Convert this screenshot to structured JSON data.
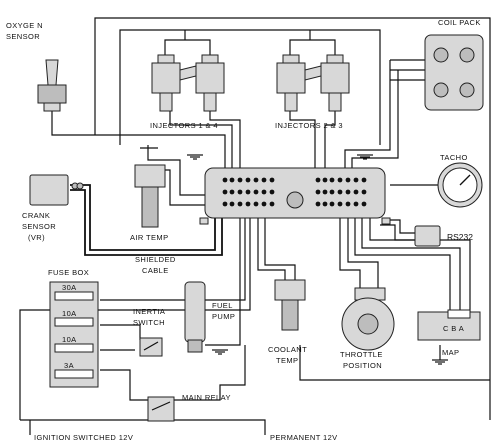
{
  "labels": {
    "oxygen_sensor_1": "OXYGE N",
    "oxygen_sensor_2": "SENSOR",
    "coil_pack": "COIL PACK",
    "injectors_14": "INJECTORS 1 & 4",
    "injectors_23": "INJECTORS 2 & 3",
    "tacho": "TACHO",
    "crank_1": "CRANK",
    "crank_2": "SENSOR",
    "crank_3": "(VR)",
    "air_temp": "AIR TEMP",
    "rs232": "RS232",
    "shielded_1": "SHIELDED",
    "shielded_2": "CABLE",
    "fuse_box": "FUSE BOX",
    "fuse_30a": "30A",
    "fuse_10a_1": "10A",
    "fuse_10a_2": "10A",
    "fuse_3a": "3A",
    "inertia_1": "INERTIA",
    "inertia_2": "SWITCH",
    "fuel_1": "FUEL",
    "fuel_2": "PUMP",
    "coolant_1": "COOLANT",
    "coolant_2": "TEMP",
    "throttle_1": "THROTTLE",
    "throttle_2": "POSITION",
    "map_pins": "C B A",
    "map": "MAP",
    "main_relay": "MAIN RELAY",
    "ignition": "IGNITION SWITCHED 12V",
    "permanent": "PERMANENT 12V"
  }
}
